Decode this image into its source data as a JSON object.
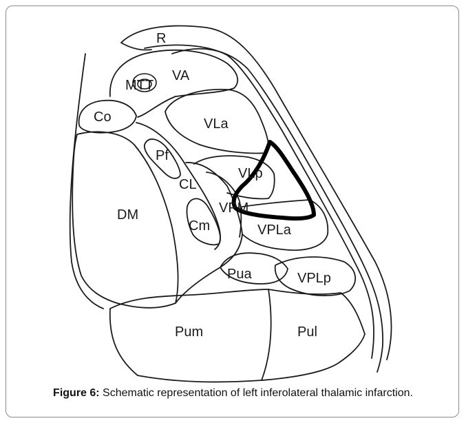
{
  "diagram": {
    "regions": [
      {
        "id": "R",
        "label": "R"
      },
      {
        "id": "VA",
        "label": "VA"
      },
      {
        "id": "MTT",
        "label": "MTT"
      },
      {
        "id": "Co",
        "label": "Co"
      },
      {
        "id": "VLa",
        "label": "VLa"
      },
      {
        "id": "Pf",
        "label": "Pf"
      },
      {
        "id": "VLp",
        "label": "VLp"
      },
      {
        "id": "CL",
        "label": "CL"
      },
      {
        "id": "DM",
        "label": "DM"
      },
      {
        "id": "VPM",
        "label": "VPM"
      },
      {
        "id": "Cm",
        "label": "Cm"
      },
      {
        "id": "VPLa",
        "label": "VPLa"
      },
      {
        "id": "Pua",
        "label": "Pua"
      },
      {
        "id": "VPLp",
        "label": "VPLp"
      },
      {
        "id": "Pum",
        "label": "Pum"
      },
      {
        "id": "Pul",
        "label": "Pul"
      }
    ],
    "highlight": "infarct-outline",
    "colors": {
      "line": "#1a1a1a",
      "infarct": "#000000",
      "frame": "#8a8a8a"
    }
  },
  "caption": {
    "prefix": "Figure 6:",
    "text": " Schematic representation of left inferolateral thalamic infarction."
  }
}
